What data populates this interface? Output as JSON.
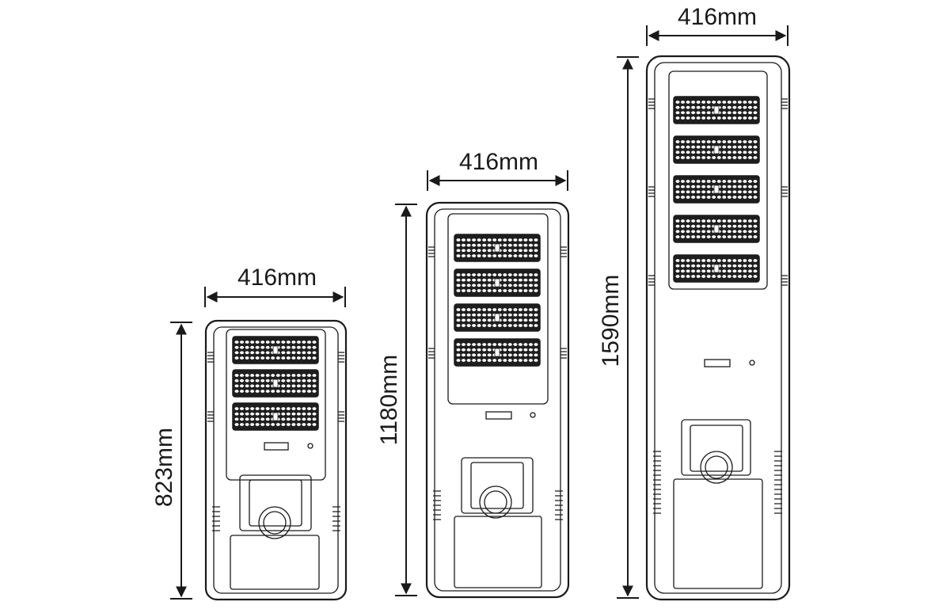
{
  "lamps": [
    {
      "id": "small",
      "width_label": "416mm",
      "height_label": "823mm",
      "modules": 3
    },
    {
      "id": "medium",
      "width_label": "416mm",
      "height_label": "1180mm",
      "modules": 4
    },
    {
      "id": "large",
      "width_label": "416mm",
      "height_label": "1590mm",
      "modules": 5
    }
  ],
  "colors": {
    "line": "#1a1a1a",
    "background": "#ffffff"
  }
}
